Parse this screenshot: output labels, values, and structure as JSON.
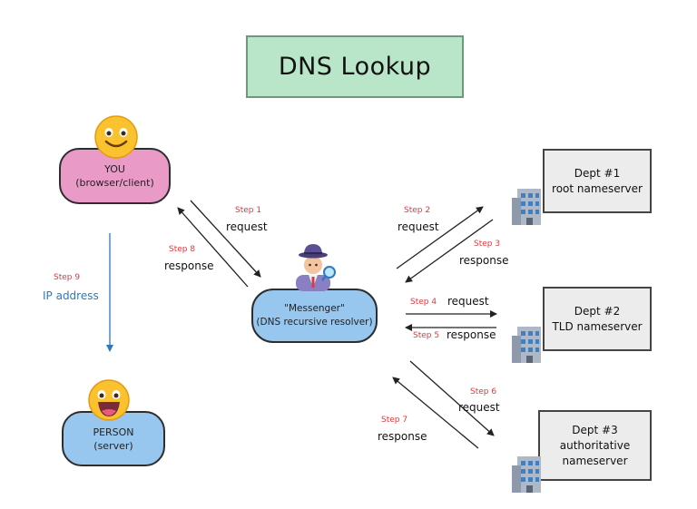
{
  "title": "DNS Lookup",
  "you": {
    "line1": "YOU",
    "line2": "(browser/client)"
  },
  "person": {
    "line1": "PERSON",
    "line2": "(server)"
  },
  "messenger": {
    "line1": "\"Messenger\"",
    "line2": "(DNS recursive resolver)"
  },
  "servers": [
    {
      "line1": "Dept #1",
      "line2": "root nameserver",
      "line3": ""
    },
    {
      "line1": "Dept #2",
      "line2": "TLD nameserver",
      "line3": ""
    },
    {
      "line1": "Dept #3",
      "line2": "authoritative",
      "line3": "nameserver"
    }
  ],
  "steps": {
    "s1": {
      "step": "Step 1",
      "label": "request"
    },
    "s2": {
      "step": "Step 2",
      "label": "request"
    },
    "s3": {
      "step": "Step 3",
      "label": "response"
    },
    "s4": {
      "step": "Step 4",
      "label": "request"
    },
    "s5": {
      "step": "Step 5",
      "label": "response"
    },
    "s6": {
      "step": "Step 6",
      "label": "request"
    },
    "s7": {
      "step": "Step 7",
      "label": "response"
    },
    "s8": {
      "step": "Step 8",
      "label": "response"
    },
    "s9": {
      "step": "Step 9",
      "label": "IP address"
    }
  },
  "icons": {
    "you": "smiling-face-icon",
    "person": "grinning-face-icon",
    "messenger": "detective-icon",
    "servers": "office-building-icon"
  },
  "colors": {
    "title_bg": "#b9e6c8",
    "you_bg": "#e99ac7",
    "resolver_bg": "#97c7ef",
    "server_bg": "#ececec",
    "step_red": "#e0393e",
    "ip_blue": "#2a7ac0"
  }
}
